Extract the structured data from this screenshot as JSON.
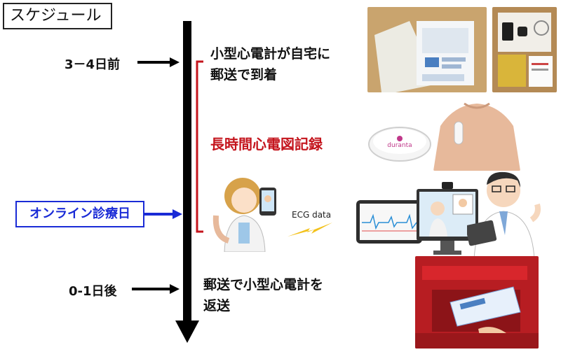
{
  "title": "スケジュール",
  "timeline": {
    "before_label": "3－4日前",
    "online_label": "オンライン診療日",
    "after_label": "0-1日後"
  },
  "events": {
    "arrival_line1": "小型心電計が自宅に",
    "arrival_line2": "郵送で到着",
    "recording": "長時間心電図記録",
    "return_line1": "郵送で小型心電計を",
    "return_line2": "返送"
  },
  "illustration": {
    "ecg_label": "ECG data",
    "device_brand": "duranta"
  },
  "colors": {
    "timeline": "#000000",
    "bracket": "#c4141c",
    "online": "#1a2bd6"
  }
}
